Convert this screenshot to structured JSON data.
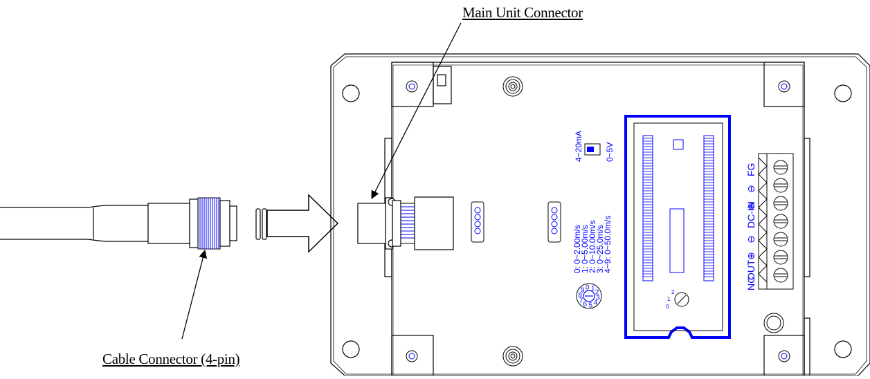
{
  "callouts": {
    "main_unit_connector": "Main Unit Connector",
    "cable_connector": "Cable Connector (4-pin)"
  },
  "panel": {
    "output_switch": {
      "top_label": "4~20mA",
      "bottom_label": "0~5V"
    },
    "range_table": [
      "0: 0~2.00m/s",
      "1: 0~5.00m/s",
      "2: 0~10.00m/s",
      "3: 0~25.0m/s",
      "4~9: 0~50.0m/s"
    ],
    "rotary_dial_digits": [
      "0",
      "1",
      "2",
      "3",
      "4",
      "5",
      "6",
      "7",
      "8",
      "9"
    ],
    "trimmer_digits": [
      "0",
      "1",
      "2"
    ],
    "terminal_block_labels": {
      "nc": "NC",
      "out": "OUT",
      "dc_in": "DC-IN",
      "fg": "FG",
      "plus_symbol": "⊕",
      "minus_symbol": "⊖"
    }
  },
  "colors": {
    "line": "#000000",
    "accent": "#0000ff"
  }
}
